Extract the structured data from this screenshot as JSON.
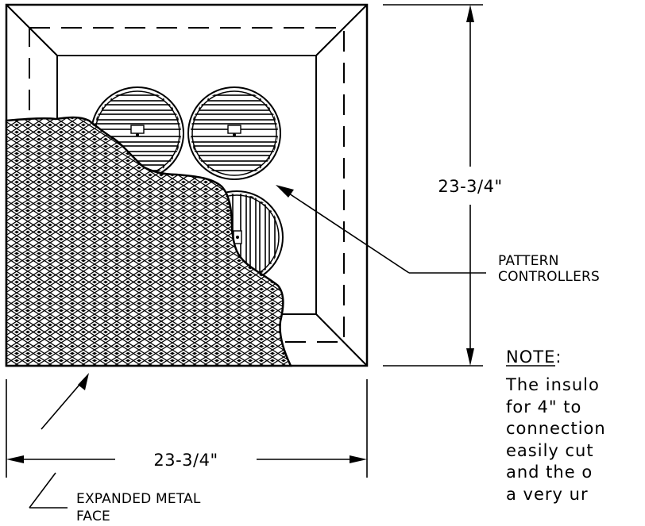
{
  "drawing": {
    "dimension_vertical": "23-3/4\"",
    "dimension_horizontal": "23-3/4\"",
    "label_pattern_controllers": [
      "PATTERN",
      "CONTROLLERS"
    ],
    "label_expanded_metal": [
      "EXPANDED METAL",
      "FACE"
    ],
    "note_heading": "NOTE:",
    "note_lines": [
      "The insulo",
      "for 4\" to",
      "connection",
      "easily cut",
      "and the o",
      "a very ur"
    ]
  }
}
